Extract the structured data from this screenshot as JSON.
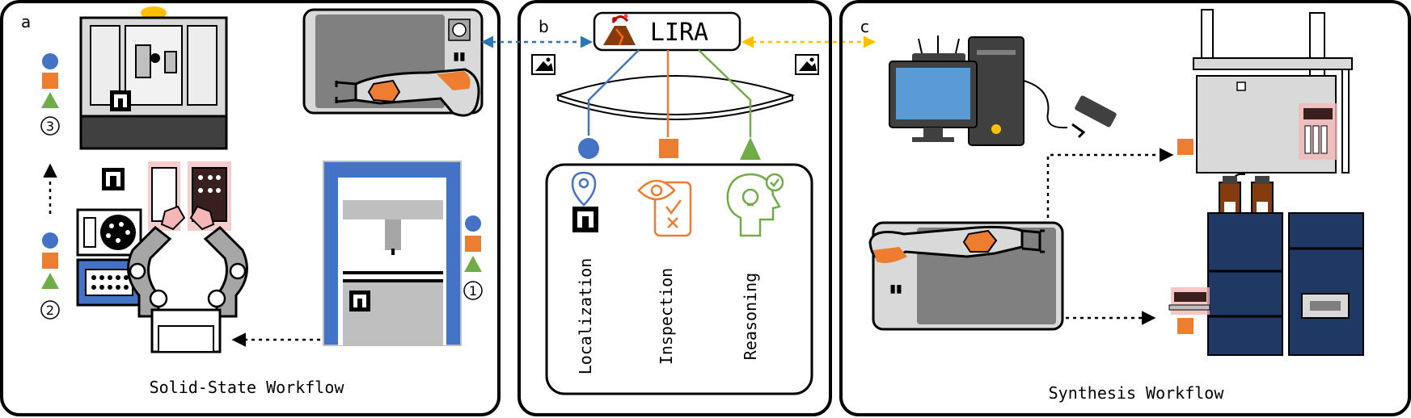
{
  "panels": {
    "a": {
      "letter": "a",
      "caption": "Solid-State Workflow",
      "markers": [
        "1",
        "2",
        "3"
      ]
    },
    "b": {
      "letter": "b",
      "title": "LIRA",
      "capabilities": [
        {
          "label": "Localization",
          "shape": "circle",
          "color": "#4472c4",
          "icon": "location-pin-icon"
        },
        {
          "label": "Inspection",
          "shape": "square",
          "color": "#ed7d31",
          "icon": "eye-clipboard-icon"
        },
        {
          "label": "Reasoning",
          "shape": "triangle",
          "color": "#70ad47",
          "icon": "head-lightbulb-icon"
        }
      ]
    },
    "c": {
      "letter": "c",
      "caption": "Synthesis Workflow"
    }
  },
  "colors": {
    "blue": "#4472c4",
    "orange": "#ed7d31",
    "green": "#70ad47",
    "link_left": "#2e75b6",
    "link_right": "#ffc000",
    "navy": "#1f3864"
  }
}
